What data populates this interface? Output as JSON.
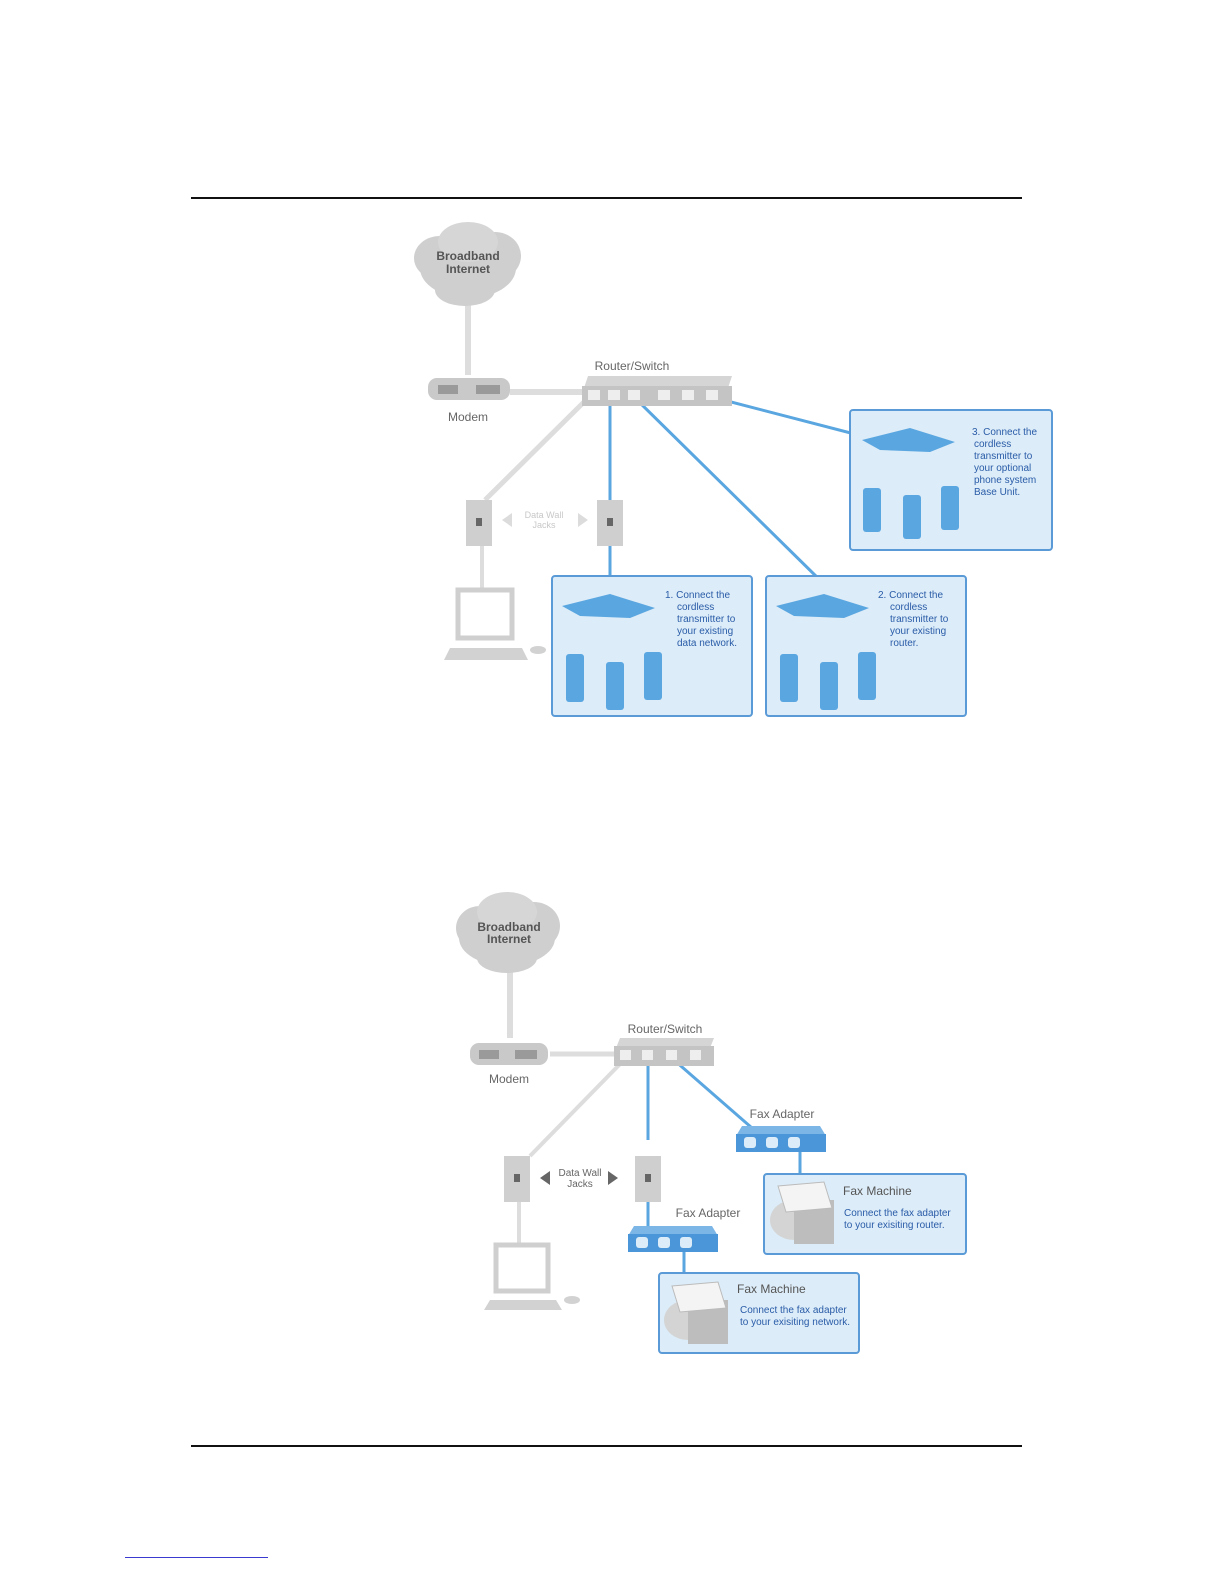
{
  "diagram1": {
    "cloud": [
      "Broadband",
      "Internet"
    ],
    "modem": "Modem",
    "router": "Router/Switch",
    "jacks": [
      "Data Wall",
      "Jacks"
    ],
    "box1": [
      "1. Connect the",
      "cordless",
      "transmitter to",
      "your existing",
      "data network."
    ],
    "box2": [
      "2. Connect the",
      "cordless",
      "transmitter to",
      "your existing",
      "router."
    ],
    "box3": [
      "3. Connect the",
      "cordless",
      "transmitter to",
      "your optional",
      "phone system",
      "Base Unit."
    ]
  },
  "diagram2": {
    "cloud": [
      "Broadband",
      "Internet"
    ],
    "modem": "Modem",
    "router": "Router/Switch",
    "jacks": [
      "Data Wall",
      "Jacks"
    ],
    "fax_adapter_upper": "Fax Adapter",
    "fax_adapter_lower": "Fax Adapter",
    "fax_machine_upper": {
      "title": "Fax Machine",
      "lines": [
        "Connect the fax adapter",
        "to your exisiting router."
      ]
    },
    "fax_machine_lower": {
      "title": "Fax Machine",
      "lines": [
        "Connect the fax adapter",
        "to your exisiting network."
      ]
    }
  },
  "colors": {
    "blue_line": "#5aa6e0",
    "box_fill": "#dcecf8",
    "box_stroke": "#5a9ad6",
    "device_gray": "#bdbdbd"
  }
}
